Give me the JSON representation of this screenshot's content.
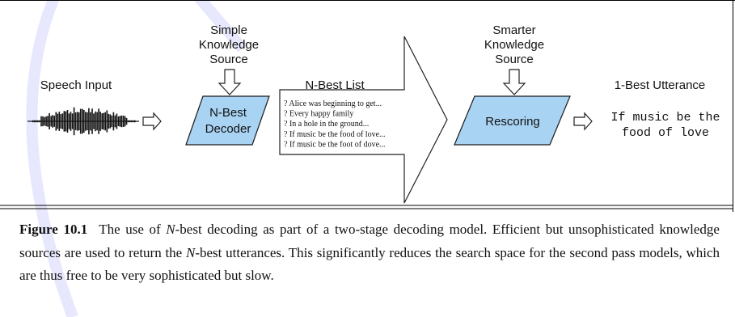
{
  "colors": {
    "box_fill": "#a9d3f3",
    "box_stroke": "#1a1a1a",
    "watermark": "#3a3af0",
    "rule": "#000000"
  },
  "diagram": {
    "speech_input_label": "Speech Input",
    "simple_source_lines": [
      "Simple",
      "Knowledge",
      "Source"
    ],
    "decoder_lines": [
      "N-Best",
      "Decoder"
    ],
    "nbest_list_title": "N-Best List",
    "nbest_items": [
      "? Alice was beginning to get...",
      "? Every happy family",
      "? In a hole in the ground...",
      "? If music be the food of love...",
      "? If music be the foot of dove..."
    ],
    "smarter_source_lines": [
      "Smarter",
      "Knowledge",
      "Source"
    ],
    "rescoring_label": "Rescoring",
    "best_utterance_title": "1-Best Utterance",
    "best_utterance_lines": [
      "If music be the",
      "food of love"
    ],
    "icons": [
      "waveform-icon",
      "down-arrow-icon",
      "right-arrow-icon"
    ]
  },
  "caption": {
    "label": "Figure 10.1",
    "pre": "The use of ",
    "n1": "N",
    "mid1": "-best decoding as part of a two-stage decoding model. Efficient but unsophisticated knowledge sources are used to return the ",
    "n2": "N",
    "post": "-best utterances. This significantly reduces the search space for the second pass models, which are thus free to be very sophisticated but slow."
  }
}
